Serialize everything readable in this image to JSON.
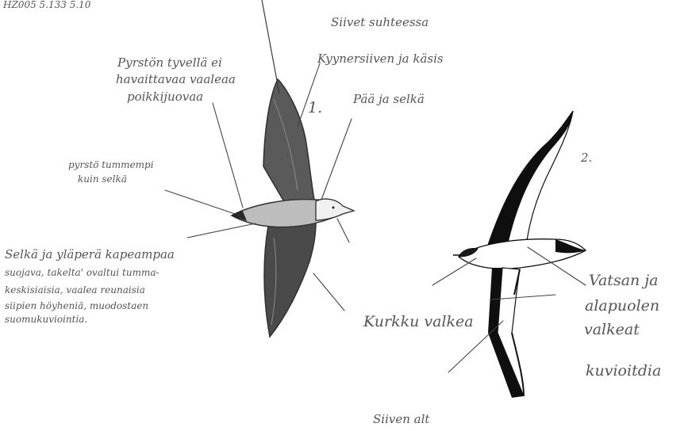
{
  "header": {
    "code": "HZ005   5.133   5.10"
  },
  "bird1": {
    "number": "1.",
    "labels": {
      "wings_relation": "Siivet suhteessa",
      "arm_hand": "Kyynersiiven ja käsis",
      "head_back": "Pää ja selkä",
      "tail_base_line": [
        "Pyrstön tyvellä ei",
        "havaittavaa vaaleaa",
        "poikkijuovaa"
      ],
      "tail_darker": [
        "pyrstö tummempi",
        "kuin selkä"
      ],
      "back_rump": [
        "Selkä ja yläperä kapeampaa",
        "suojava, takelta' ovaltui tumma-",
        "keskisiaisia, vaalea reunaisia",
        "siipien höyheniä, muodostaen",
        "suomukuviointia."
      ]
    }
  },
  "bird2": {
    "number": "2.",
    "labels": {
      "throat": "Kurkku valkea",
      "belly": [
        "Vatsan ja",
        "alapuolen",
        "valkeat",
        "kuvioitdia"
      ],
      "wing_bottom": "Siiven alt"
    }
  },
  "colors": {
    "ink": "#3a3a3a",
    "pencil": "#555555",
    "paper": "#ffffff"
  }
}
